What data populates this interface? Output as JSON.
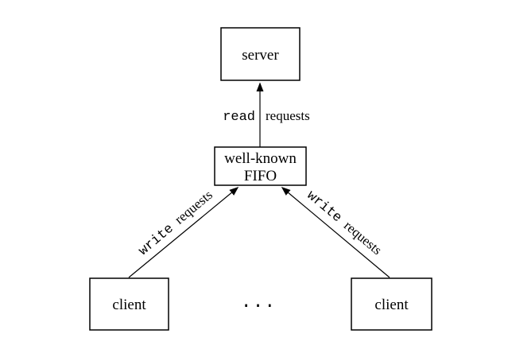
{
  "figure": {
    "background_color": "#ffffff",
    "stroke_color": "#000000",
    "text_color": "#000000"
  },
  "nodes": {
    "server": {
      "label": "server"
    },
    "fifo": {
      "line1": "well-known",
      "line2": "FIFO"
    },
    "client_left": {
      "label": "client"
    },
    "client_right": {
      "label": "client"
    }
  },
  "edges": {
    "read": {
      "syscall": "read",
      "object": "requests"
    },
    "write_left": {
      "syscall": "write",
      "object": "requests"
    },
    "write_right": {
      "syscall": "write",
      "object": "requests"
    }
  },
  "ellipsis": "..."
}
